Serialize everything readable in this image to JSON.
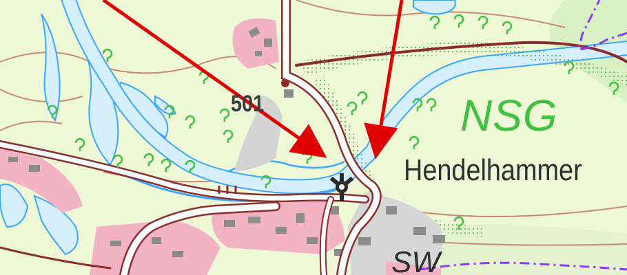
{
  "map": {
    "labels": {
      "reserve_abbr": "NSG",
      "place_name": "Hendelhammer",
      "elevation": "501",
      "district_abbr": "SW"
    },
    "colors": {
      "meadow": "#eef7d6",
      "forest": "#d9efc4",
      "water": "#d6efff",
      "water_edge": "#3aa6ff",
      "settlement": "#f2b4c4",
      "building": "#8c8c8c",
      "road": "#8b2d2d",
      "contour": "#c98a78",
      "boundary": "#8a3bff",
      "annotation_arrow": "#e00000"
    },
    "icons": [
      "windmill-icon",
      "tree-symbol-icon"
    ]
  }
}
